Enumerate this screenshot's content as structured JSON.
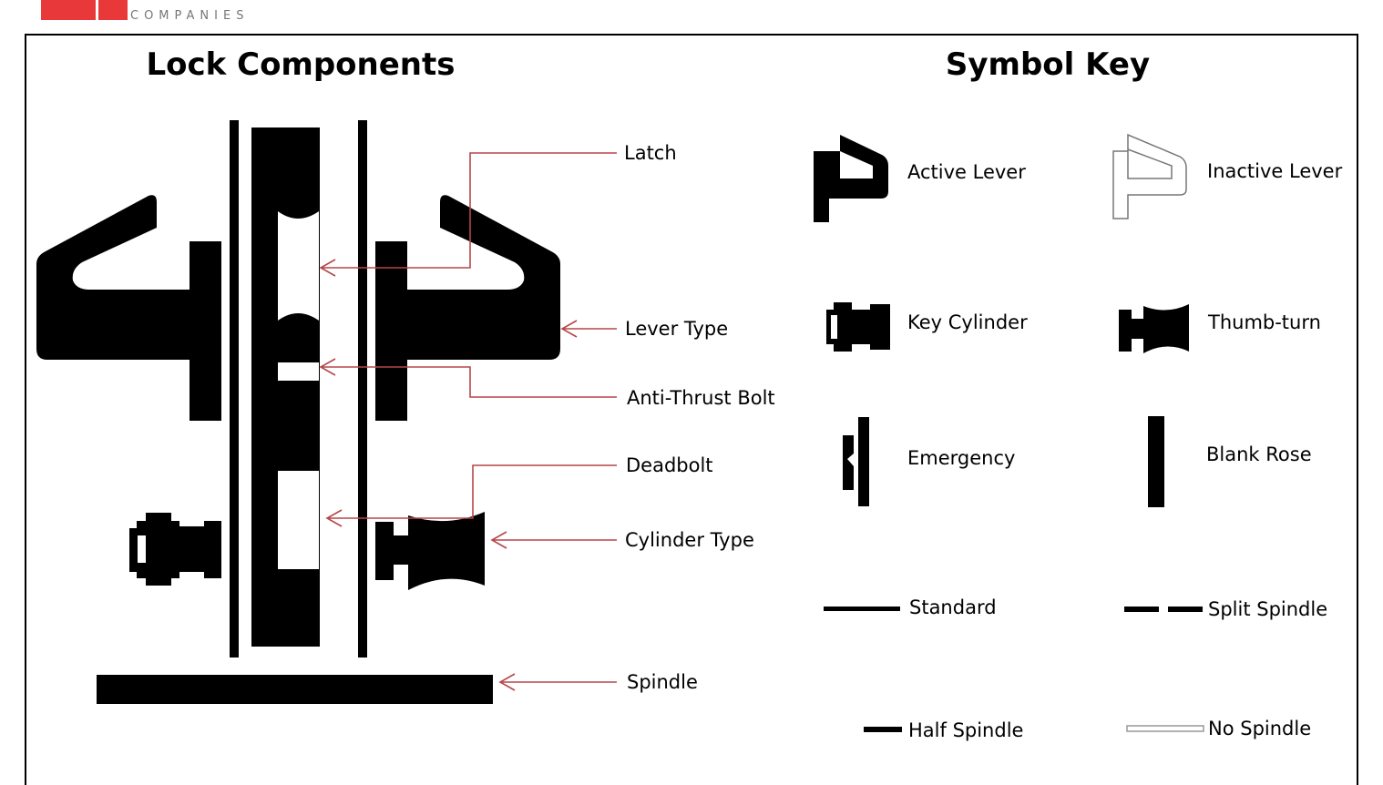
{
  "logo": {
    "text": "COMPANIES",
    "color": "#e8383a"
  },
  "lock_components": {
    "title": "Lock Components",
    "labels": {
      "latch": "Latch",
      "lever_type": "Lever Type",
      "anti_thrust_bolt": "Anti-Thrust Bolt",
      "deadbolt": "Deadbolt",
      "cylinder_type": "Cylinder Type",
      "spindle": "Spindle"
    },
    "arrow_color": "#b5474a"
  },
  "symbol_key": {
    "title": "Symbol Key",
    "items": {
      "active_lever": "Active Lever",
      "inactive_lever": "Inactive Lever",
      "key_cylinder": "Key Cylinder",
      "thumb_turn": "Thumb-turn",
      "emergency": "Emergency",
      "blank_rose": "Blank Rose",
      "standard": "Standard",
      "split_spindle": "Split Spindle",
      "half_spindle": "Half Spindle",
      "no_spindle": "No Spindle"
    }
  }
}
